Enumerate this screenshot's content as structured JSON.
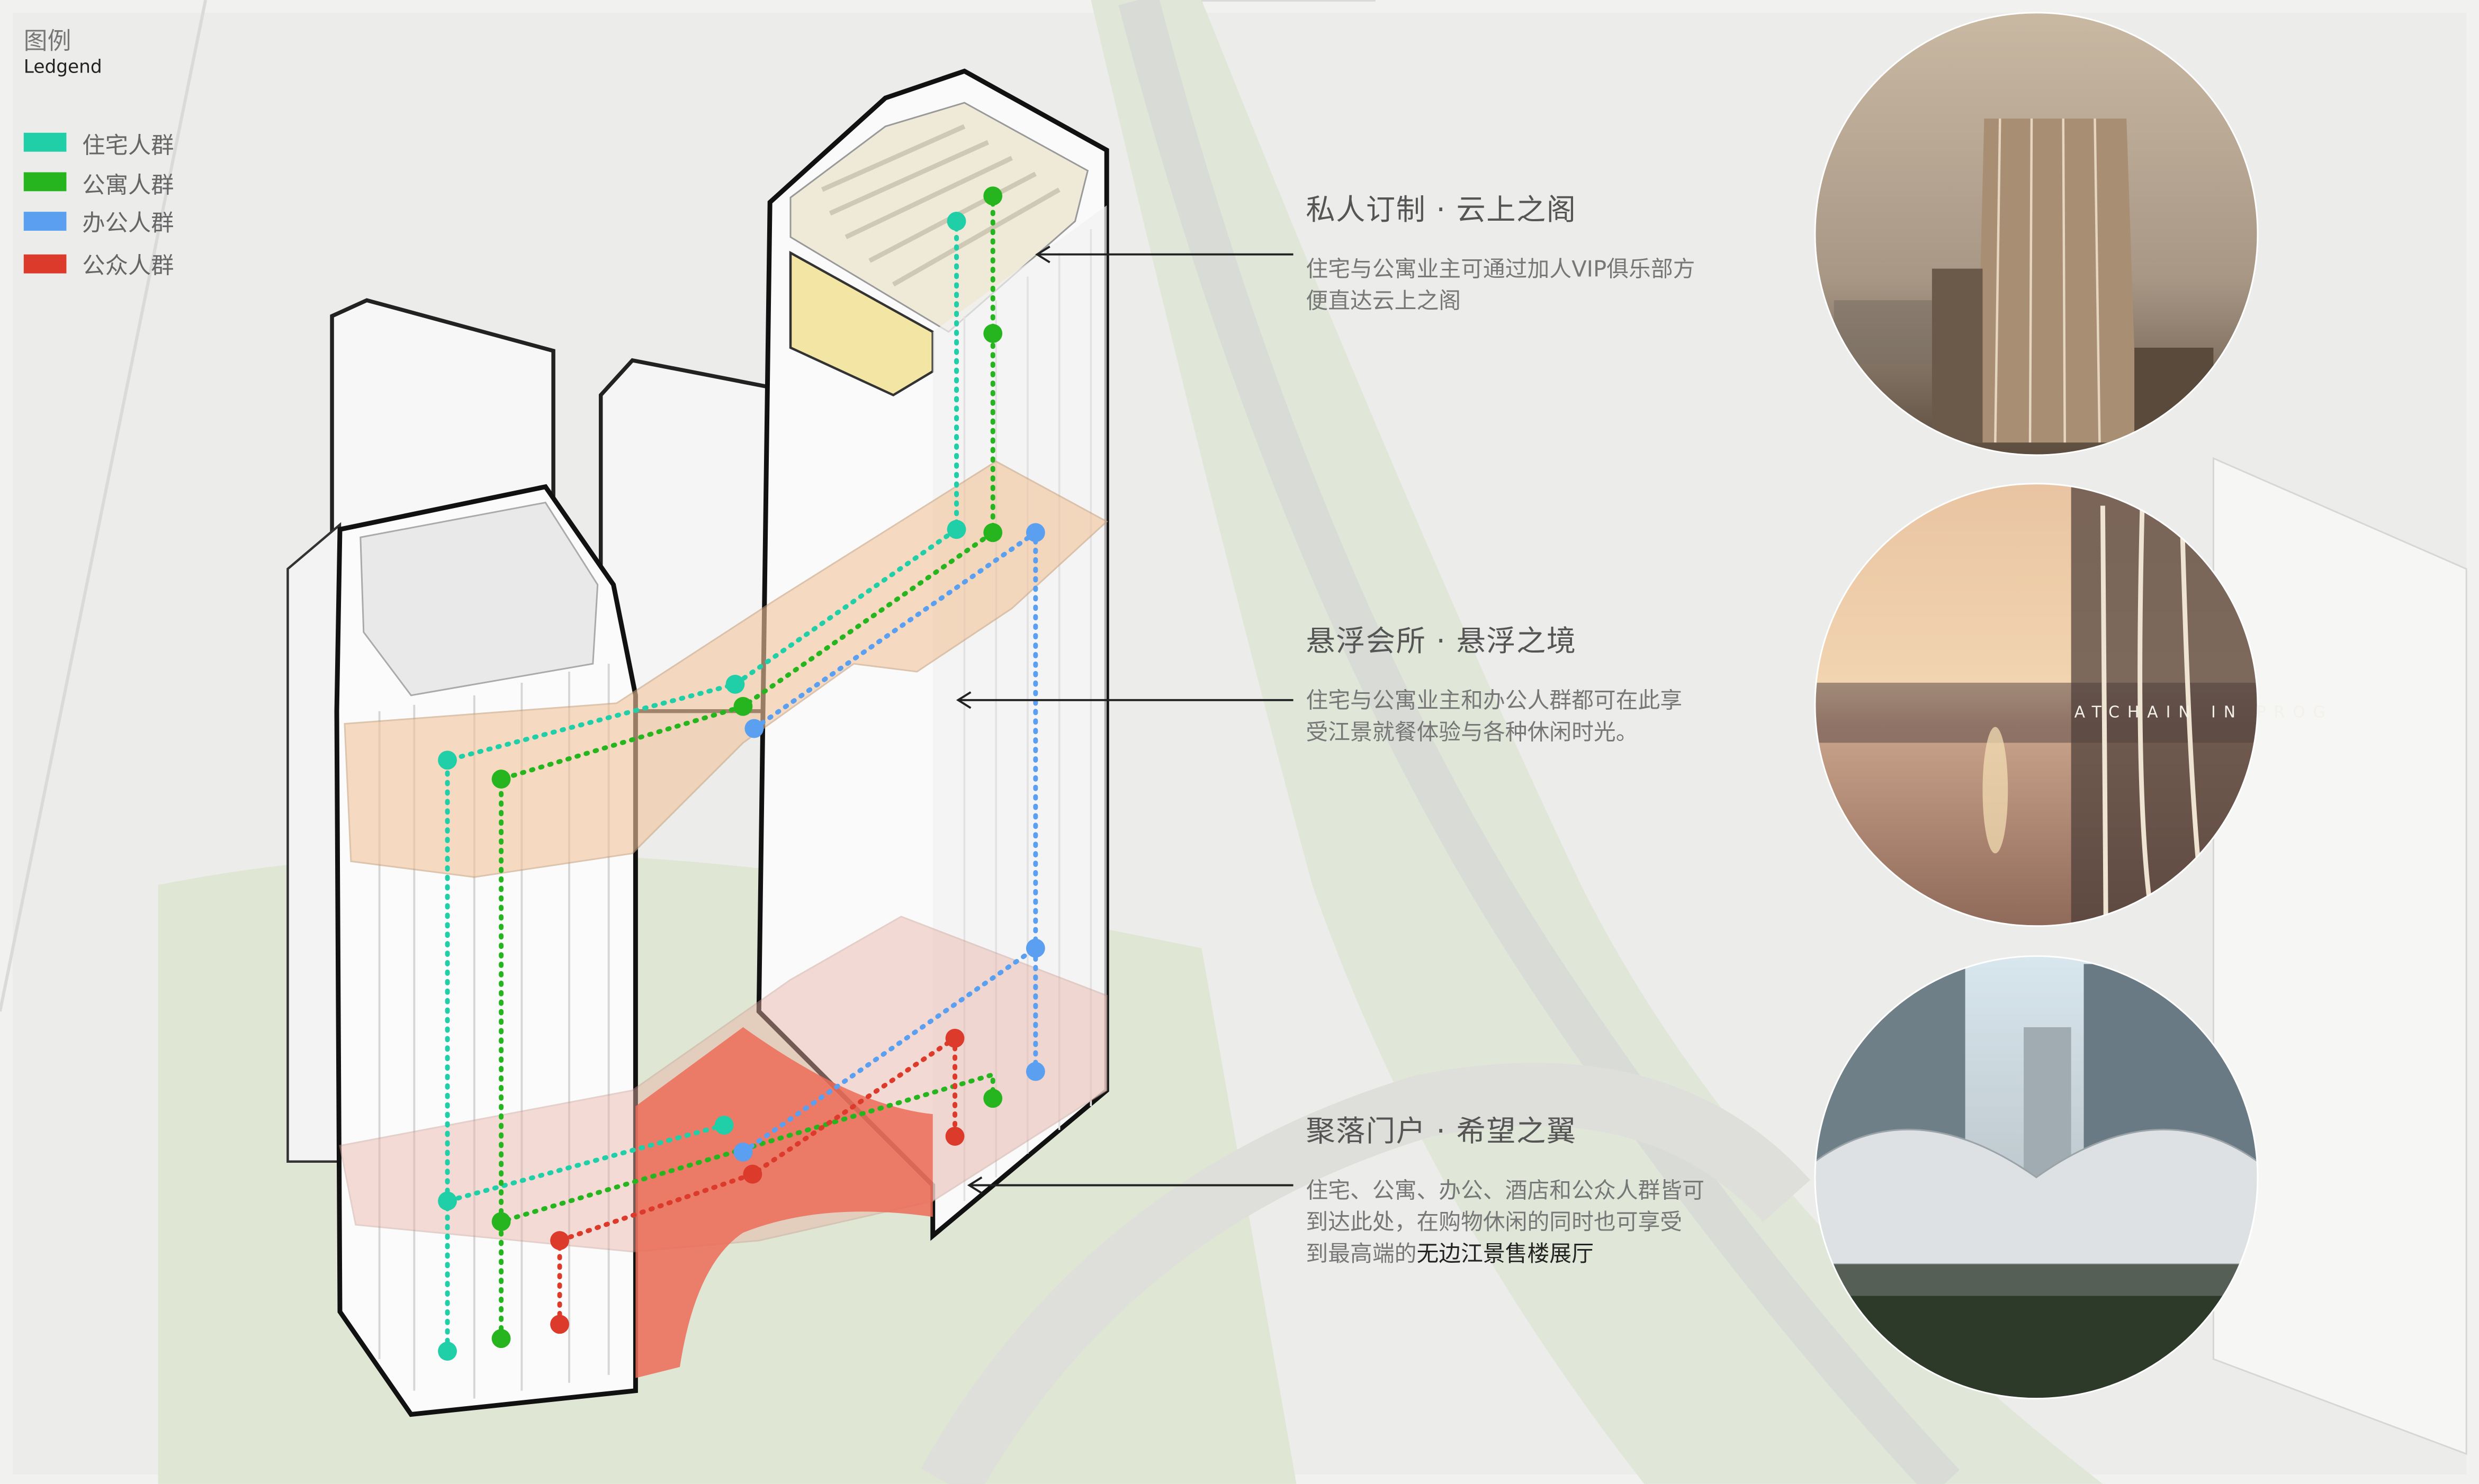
{
  "legend": {
    "title": "图例",
    "subtitle": "Ledgend",
    "items": [
      {
        "label": "住宅人群",
        "color": "#20cfa8"
      },
      {
        "label": "公寓人群",
        "color": "#26b51f"
      },
      {
        "label": "办公人群",
        "color": "#5a9ff0"
      },
      {
        "label": "公众人群",
        "color": "#dc3a2b"
      }
    ]
  },
  "annotations": [
    {
      "title": "私人订制 · 云上之阁",
      "lines": [
        "住宅与公寓业主可通过加人VIP俱乐部方",
        "便直达云上之阁"
      ]
    },
    {
      "title": "悬浮会所 · 悬浮之境",
      "lines": [
        "住宅与公寓业主和办公人群都可在此享",
        "受江景就餐体验与各种休闲时光。"
      ]
    },
    {
      "title": "聚落门户 · 希望之翼",
      "lines": [
        "住宅、公寓、办公、酒店和公众人群皆可",
        "到达此处，在购物休闲的同时也可享受",
        "到最高端的",
        "无边江景售楼展厅"
      ]
    }
  ],
  "photos": {
    "bridge_watermark": "ATCHAIN IN PROG"
  }
}
